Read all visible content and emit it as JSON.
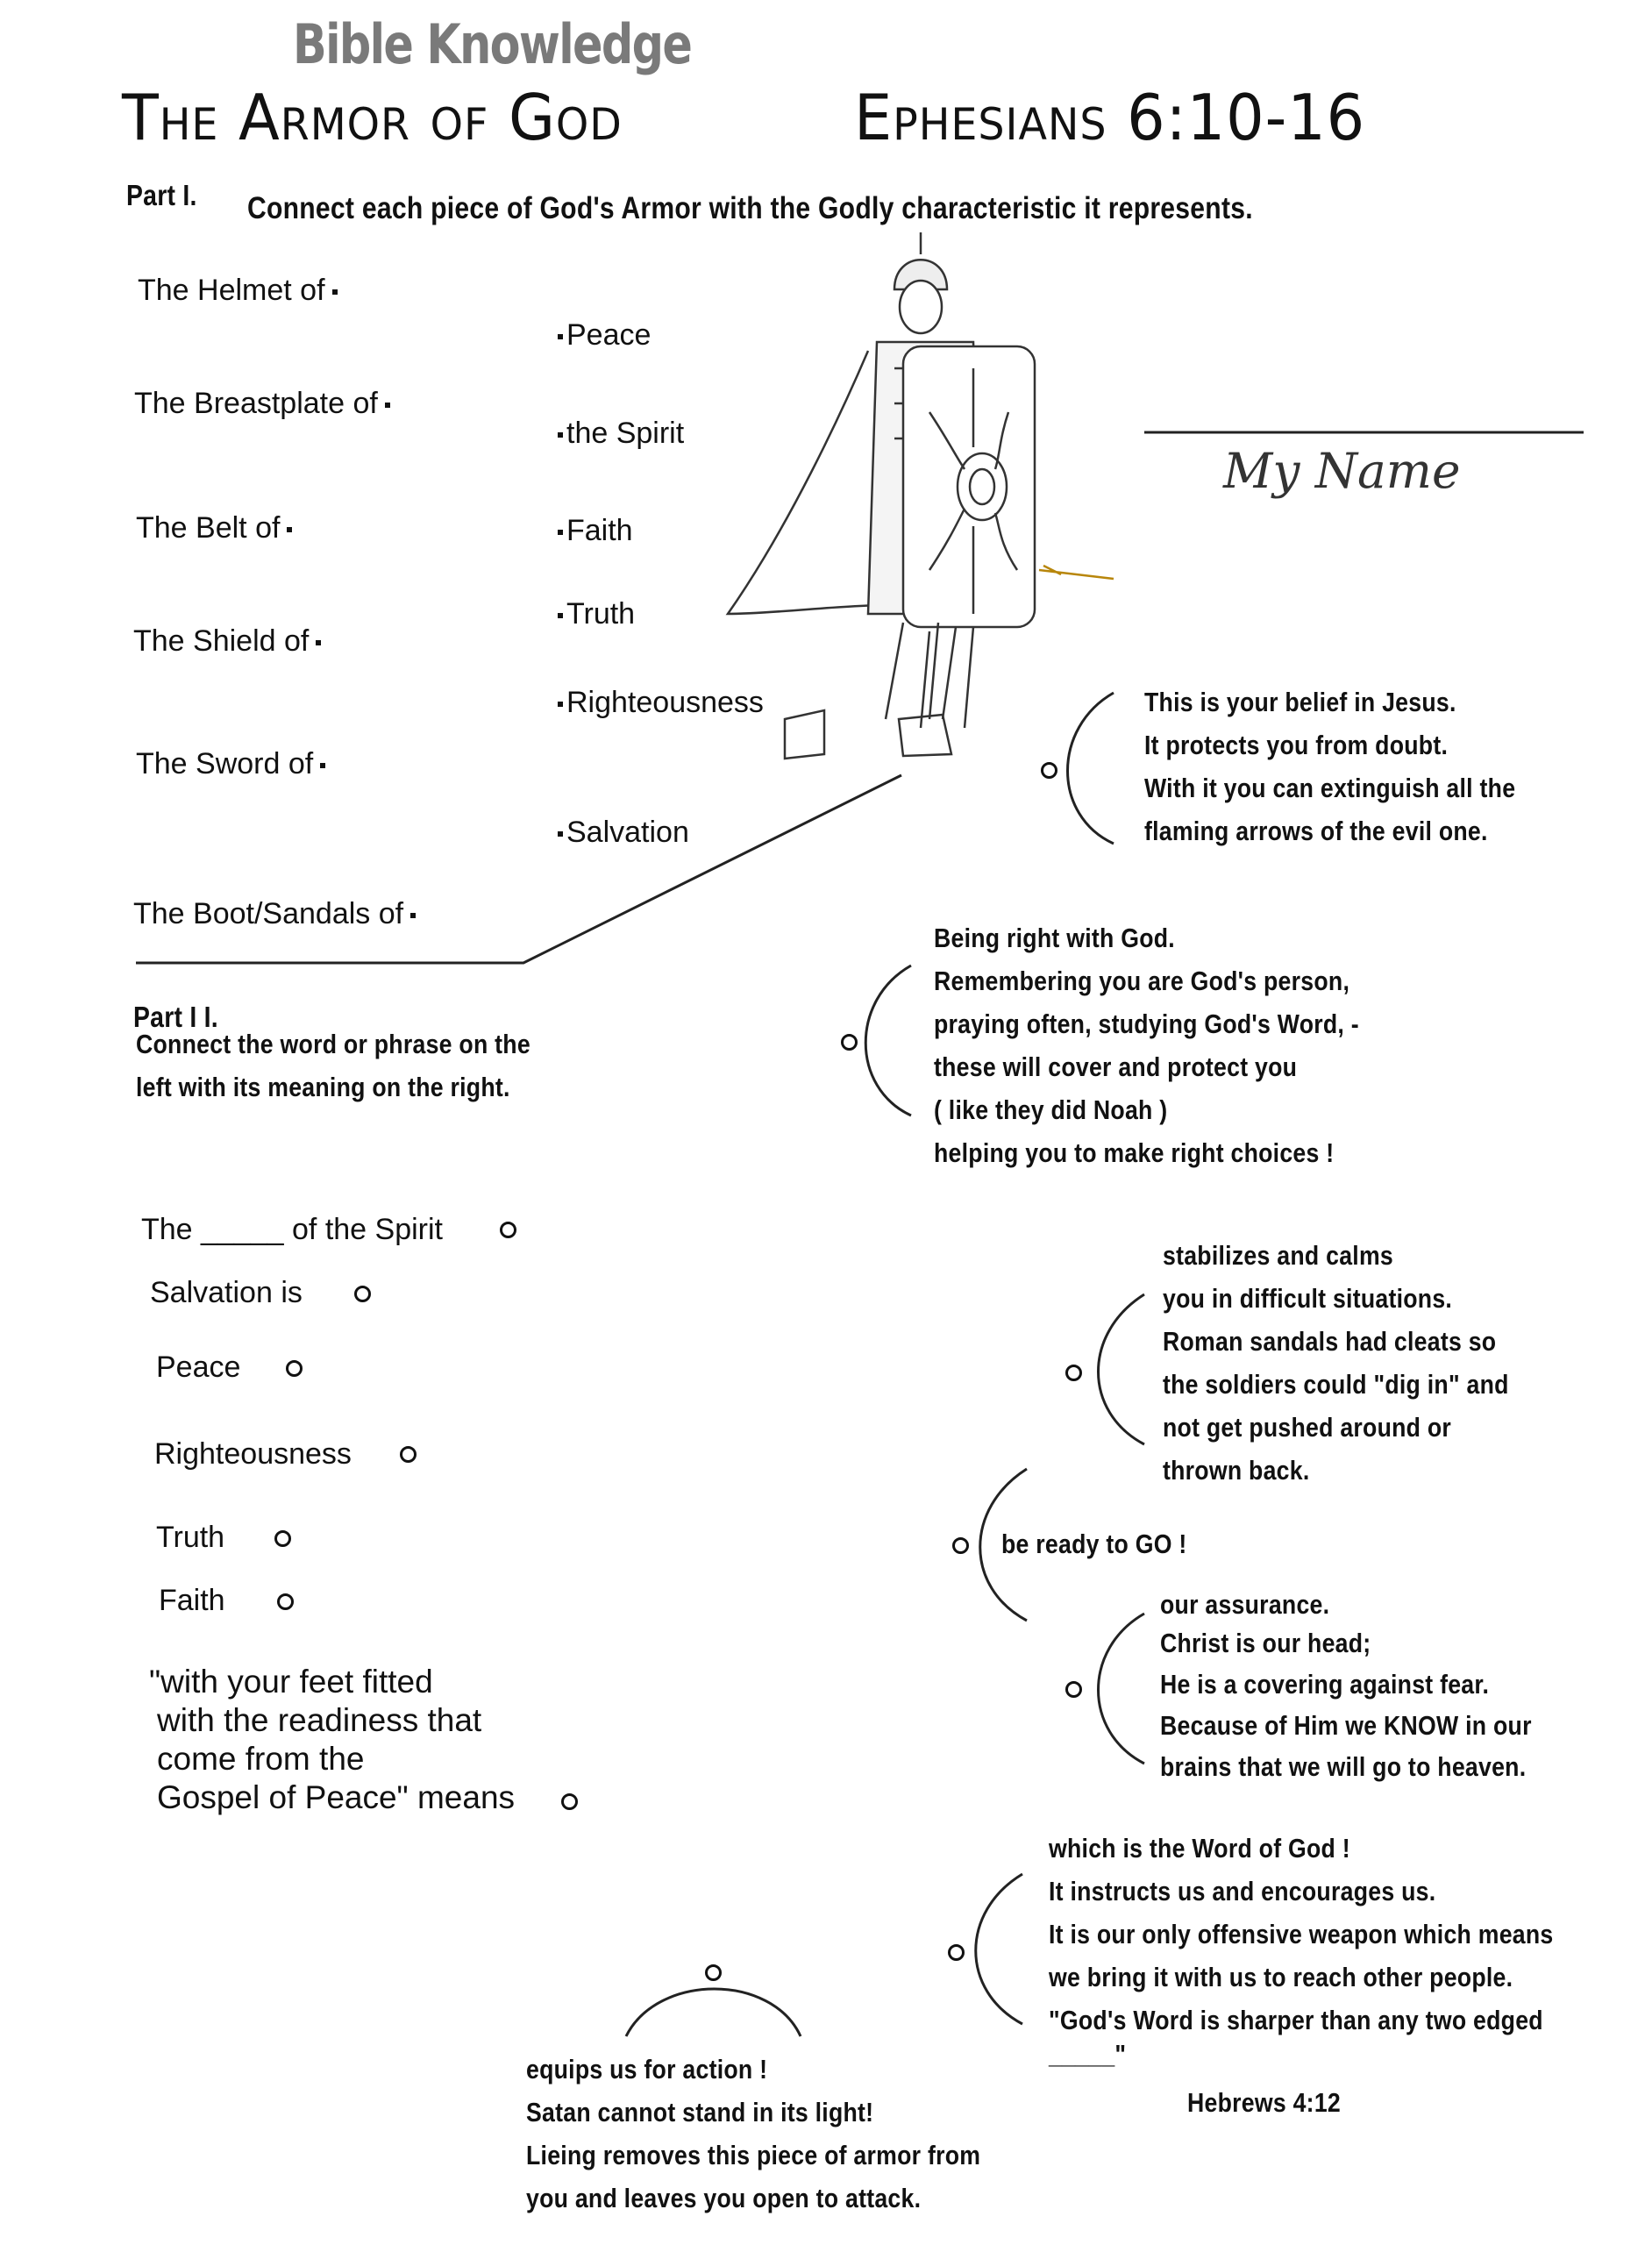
{
  "header": {
    "kicker": "Bible Knowledge",
    "title": "The Armor of God",
    "reference": "Ephesians 6:10-16"
  },
  "part1": {
    "label": "Part I.",
    "instruction": "Connect each  piece of God's Armor  with the Godly characteristic it represents.",
    "armor": [
      "The Helmet of",
      "The Breastplate of",
      "The Belt of",
      "The Shield of",
      "The Sword of",
      "The Boot/Sandals of"
    ],
    "qualities": [
      "Peace",
      "the Spirit",
      "Faith",
      "Truth",
      "Righteousness",
      "Salvation"
    ]
  },
  "name_field": {
    "label": "My Name",
    "value": ""
  },
  "part2": {
    "label": "Part I I.",
    "instruction": [
      "Connect the word or phrase on the",
      "left with its meaning on the right."
    ],
    "terms": [
      "The _____ of the Spirit",
      "Salvation is",
      "Peace",
      "Righteousness",
      "Truth",
      "Faith"
    ],
    "quote": [
      "\"with your feet fitted",
      "with the readiness that",
      "come from the",
      "Gospel of Peace\" means"
    ],
    "meanings": {
      "faith": [
        "This is your belief in Jesus.",
        "It protects you from doubt.",
        "With it you can extinguish all the",
        "flaming arrows of the evil one."
      ],
      "righteousness": [
        "Being right with God.",
        "Remembering you are God's person,",
        "praying often, studying God's Word,  -",
        "these will cover and protect you",
        "( like they did Noah )",
        "helping you to make right choices !"
      ],
      "peace": [
        "stabilizes and calms",
        "you in difficult situations.",
        "Roman sandals had cleats so",
        "the soldiers could \"dig in\" and",
        "not get pushed around or",
        "thrown back."
      ],
      "gospel": [
        "be ready to GO !"
      ],
      "salvation": [
        "our assurance.",
        "Christ is our head;",
        "He is a covering against fear.",
        "Because of Him we KNOW in our",
        "brains that we will go to heaven."
      ],
      "sword": [
        "which is the Word of God !",
        "It instructs us and encourages us.",
        "It is our only offensive weapon which means",
        "we bring it with us to reach other people.",
        "\"God's Word is sharper than any two edged",
        "_____\""
      ],
      "sword_ref": "Hebrews 4:12",
      "truth": [
        "equips us for action !",
        "Satan cannot stand in its light!",
        "Lieing removes this piece of armor from",
        "you and leaves you open to attack."
      ]
    }
  },
  "illustration": "roman-soldier-with-shield"
}
